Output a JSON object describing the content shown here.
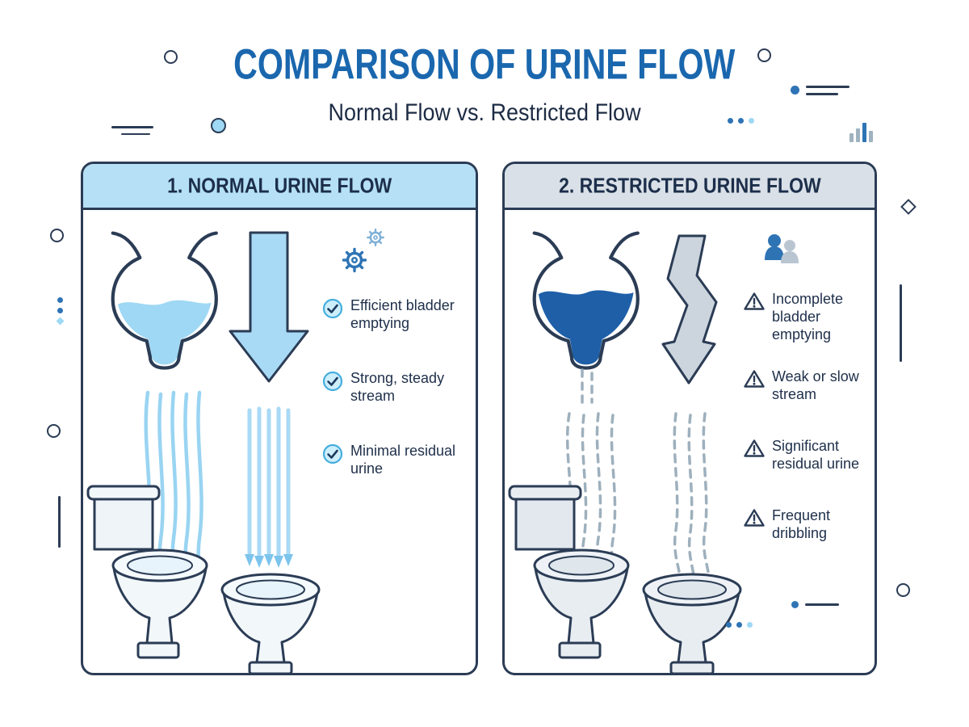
{
  "header": {
    "title": "COMPARISON OF URINE FLOW",
    "subtitle": "Normal Flow vs. Restricted Flow"
  },
  "panels": {
    "normal": {
      "title": "1. NORMAL URINE FLOW",
      "bullet_icon": "check-circle",
      "accent_icon": "gears",
      "points": [
        "Efficient bladder emptying",
        "Strong, steady stream",
        "Minimal residual urine"
      ]
    },
    "restricted": {
      "title": "2. RESTRICTED URINE FLOW",
      "bullet_icon": "warning-triangle",
      "accent_icon": "people",
      "points": [
        "Incomplete bladder emptying",
        "Weak or slow stream",
        "Significant residual urine",
        "Frequent dribbling"
      ]
    }
  },
  "colors": {
    "title_blue": "#1a67ae",
    "navy_outline": "#2b3c55",
    "text_navy": "#1e2f4a",
    "light_blue": "#9ed8f4",
    "arrow_blue": "#a9daf5",
    "dark_urine_blue": "#1e5fa8",
    "normal_header_bg": "#b5e0f6",
    "restricted_header_bg": "#d9e0e7",
    "restricted_gray": "#9eb0bd",
    "check_ring": "#45aede"
  }
}
